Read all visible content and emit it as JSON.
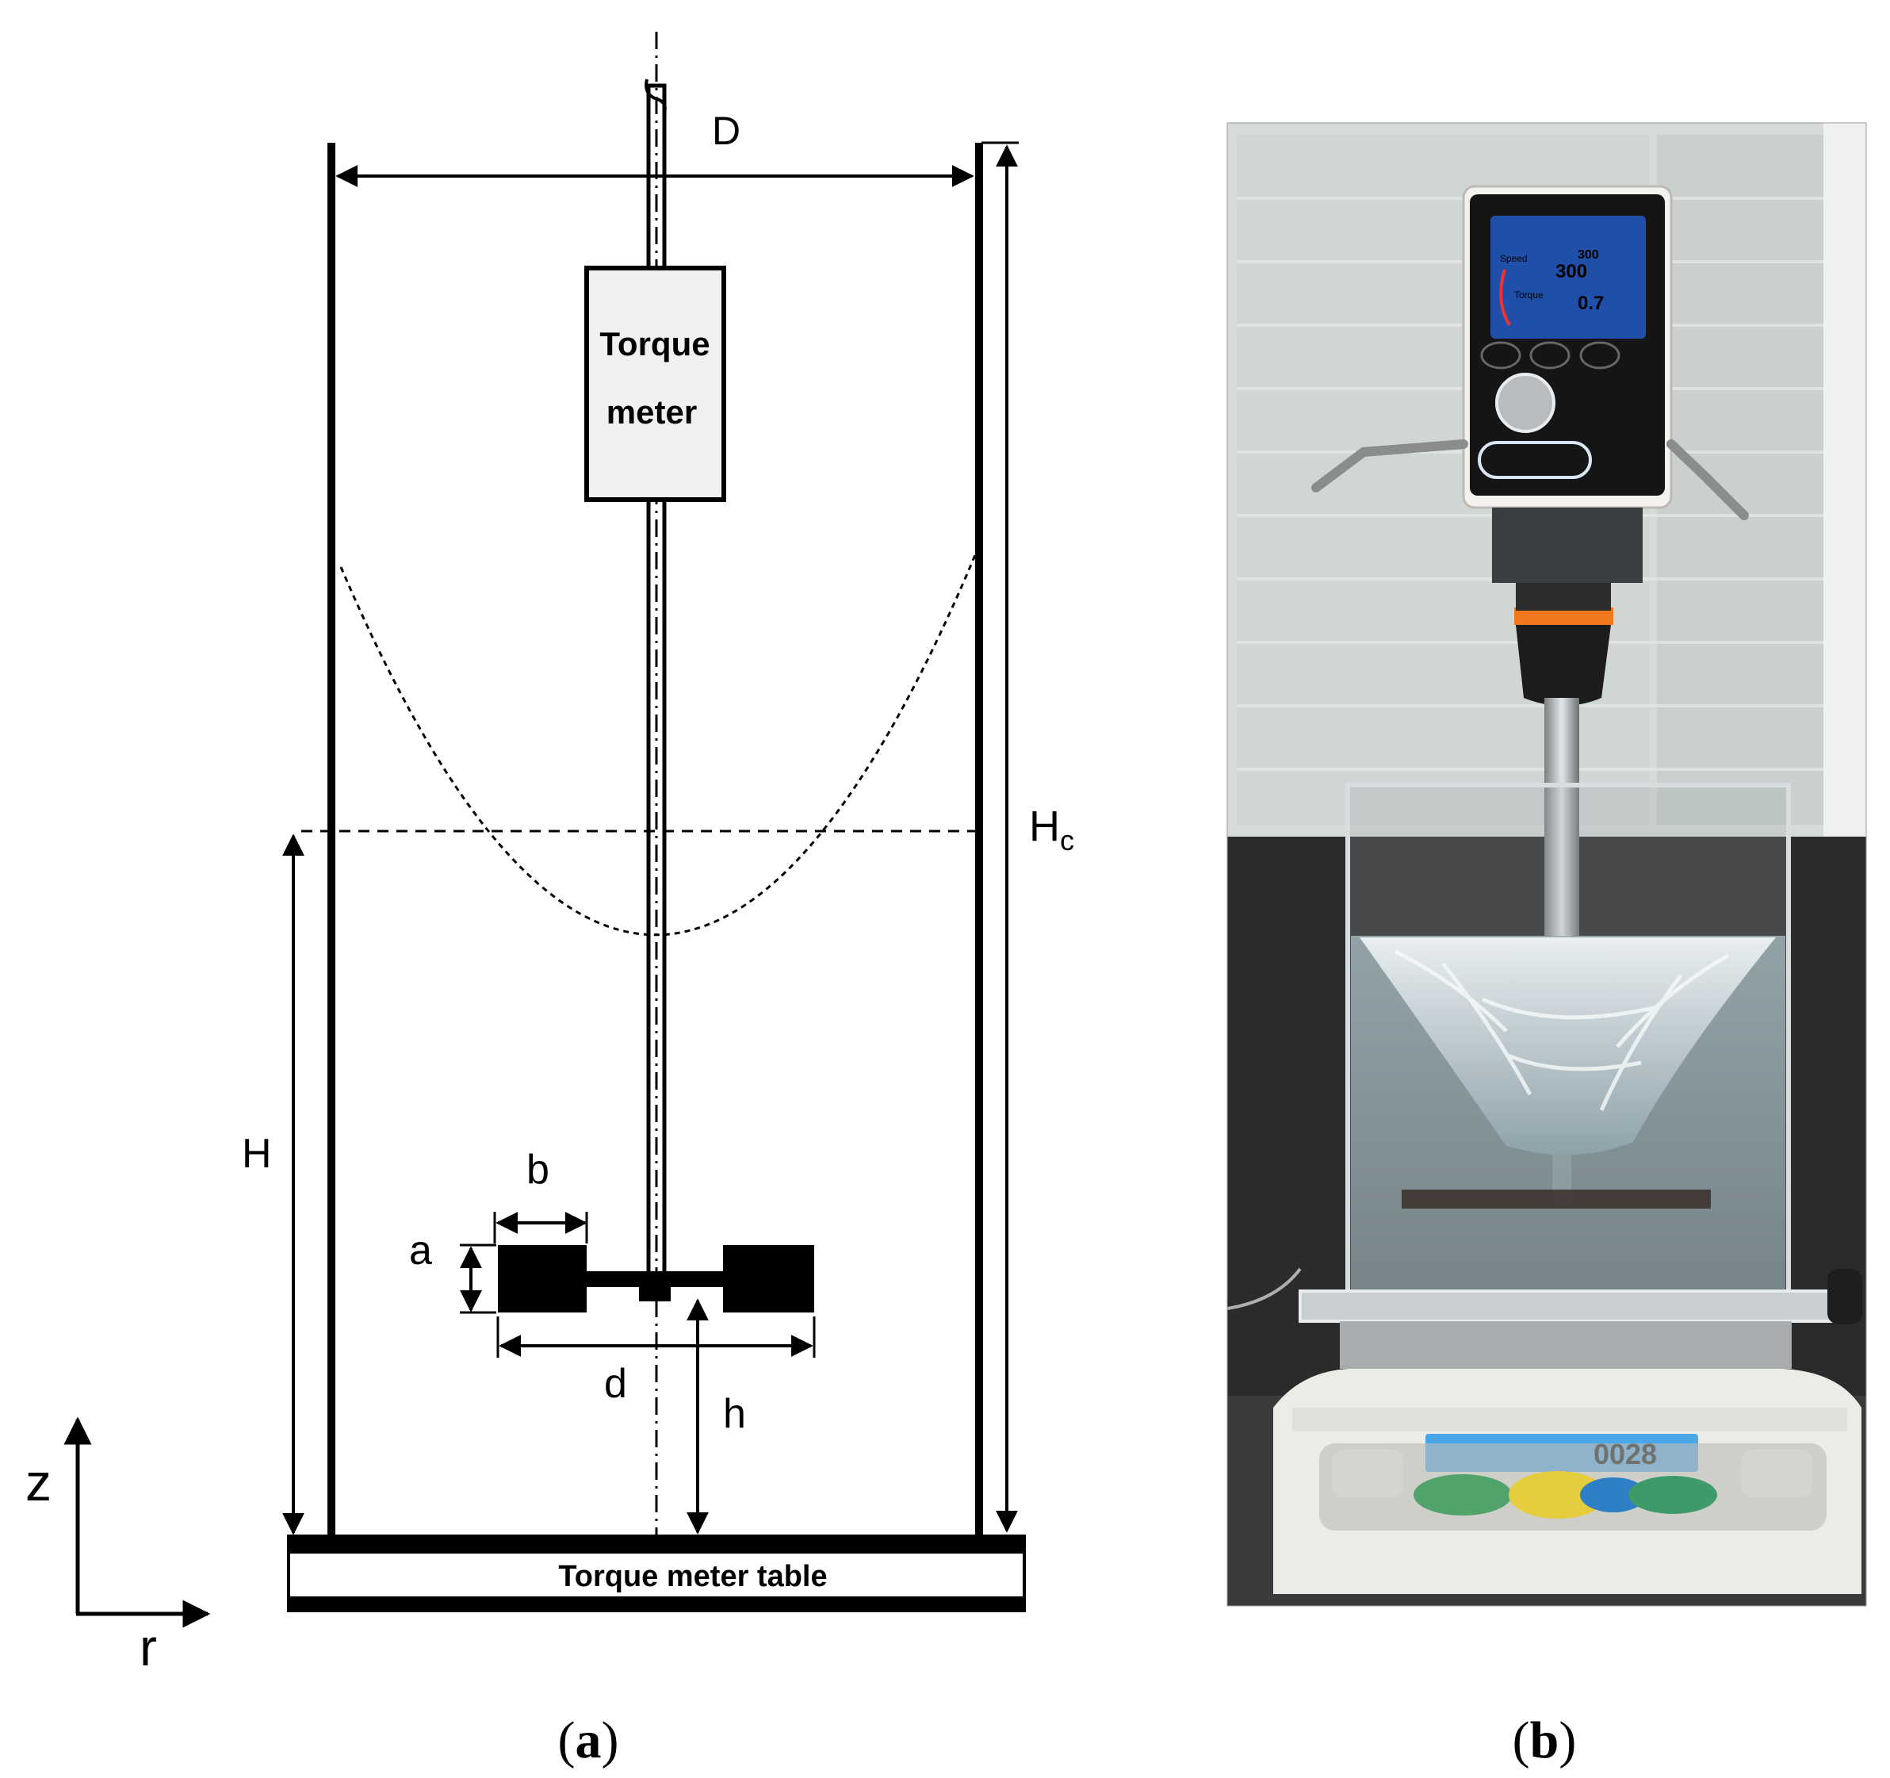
{
  "panel_a": {
    "labels": {
      "D": "D",
      "Hc_main": "H",
      "Hc_sub": "c",
      "H": "H",
      "b": "b",
      "a": "a",
      "d": "d",
      "h": "h",
      "z": "z",
      "r": "r"
    },
    "torque_meter_line1": "Torque",
    "torque_meter_line2": "meter",
    "table_label": "Torque meter table",
    "caption_letter": "a"
  },
  "panel_b": {
    "display_speed_label": "Speed",
    "display_speed_set": "300",
    "display_speed_value": "300",
    "display_torque_label": "Torque",
    "display_torque_value": "0.7",
    "scale_reading": "0028",
    "caption_letter": "b"
  },
  "colors": {
    "line": "#000000",
    "meter_fill": "#f0f0f0",
    "impeller": "#000000",
    "photo_wall": "#d8dcd8",
    "photo_bench": "#2a2a2a",
    "screen": "#1f4fa8",
    "water": "#b9c7cc",
    "scale_body": "#ecebe6",
    "scale_lcd": "#4aa6e6"
  }
}
